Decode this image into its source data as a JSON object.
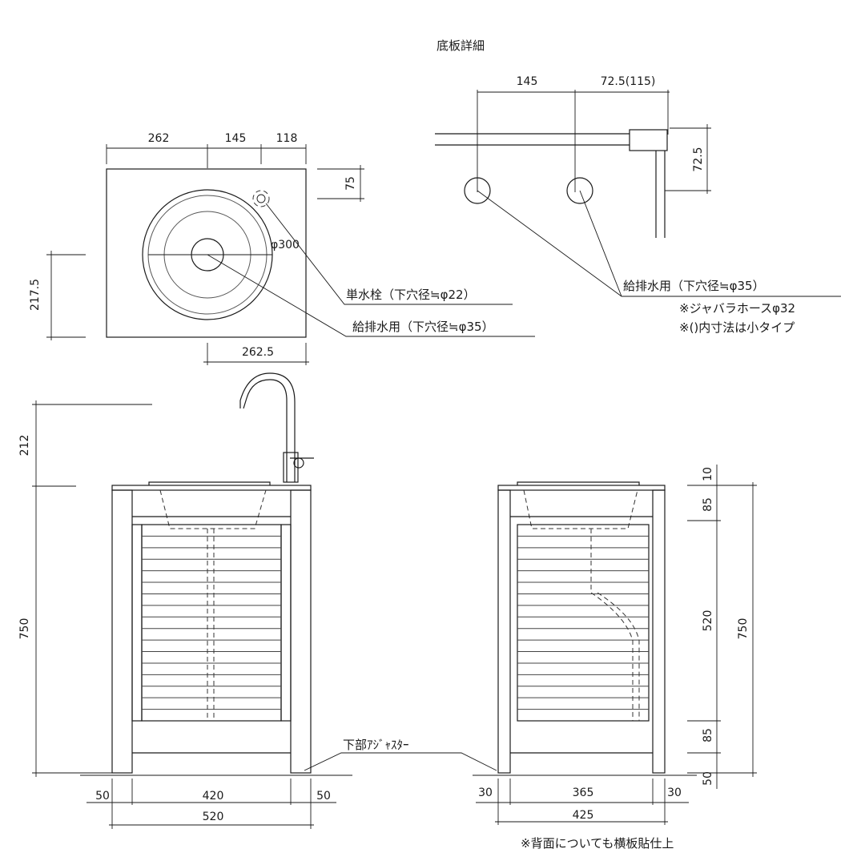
{
  "title": "底板詳細",
  "plan": {
    "top_dims": [
      "262",
      "145",
      "118"
    ],
    "right_dim": "75",
    "left_dim": "217.5",
    "bottom_dim": "262.5",
    "bowl_dia": "φ300"
  },
  "detail": {
    "top_dims": [
      "145",
      "72.5(115)"
    ],
    "right_dim": "72.5"
  },
  "callouts": {
    "single_faucet": "単水栓（下穴径≒φ22）",
    "drain_plan": "給排水用（下穴径≒φ35）",
    "drain_detail": "給排水用（下穴径≒φ35）",
    "note_hose": "※ジャバラホースφ32",
    "note_small": "※()内寸法は小タイプ",
    "adjuster": "下部ｱｼﾞｬｽﾀｰ",
    "back_note": "※背面についても横板貼仕上"
  },
  "front": {
    "height_dims": [
      "212",
      "750"
    ],
    "bottom_dims": [
      "50",
      "420",
      "50"
    ],
    "overall": "520"
  },
  "side": {
    "right_dims": [
      "10",
      "85",
      "520",
      "85",
      "50"
    ],
    "total": "750",
    "bottom_dims": [
      "30",
      "365",
      "30"
    ],
    "overall": "425"
  }
}
